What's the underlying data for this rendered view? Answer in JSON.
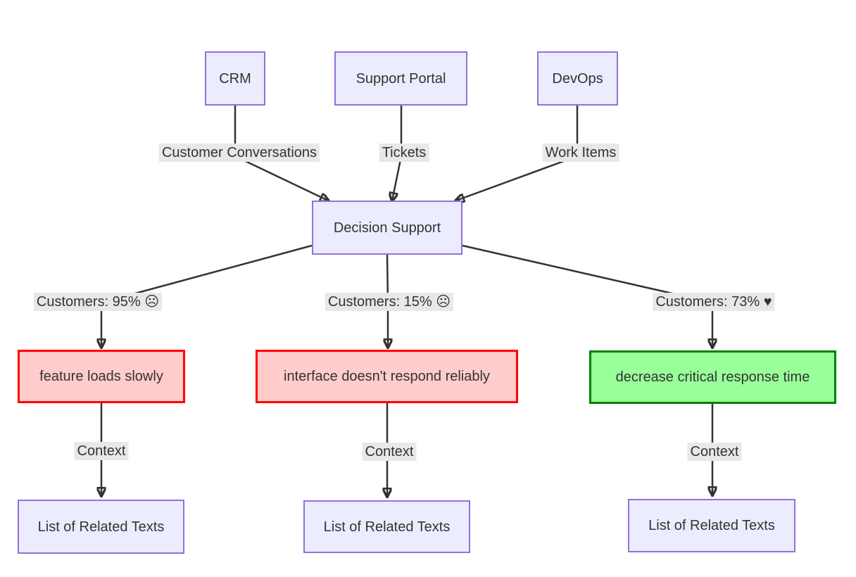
{
  "diagram": {
    "nodes": {
      "crm": {
        "label": "CRM"
      },
      "support_portal": {
        "label": "Support Portal"
      },
      "devops": {
        "label": "DevOps"
      },
      "decision_support": {
        "label": "Decision Support"
      },
      "problem_1": {
        "label": "feature loads slowly"
      },
      "problem_2": {
        "label": "interface doesn't respond reliably"
      },
      "opportunity_1": {
        "label": "decrease critical response time"
      },
      "related_1": {
        "label": "List of Related Texts"
      },
      "related_2": {
        "label": "List of Related Texts"
      },
      "related_3": {
        "label": "List of Related Texts"
      }
    },
    "edge_labels": {
      "customer_conversations": "Customer Conversations",
      "tickets": "Tickets",
      "work_items": "Work Items",
      "customers_95": "Customers: 95% ☹",
      "customers_15": "Customers: 15% ☹",
      "customers_73": "Customers: 73% ♥",
      "context_1": "Context",
      "context_2": "Context",
      "context_3": "Context"
    },
    "colors": {
      "node_fill": "#ECECFF",
      "node_border": "#9370DB",
      "problem_fill": "#FFCCCC",
      "problem_border": "#FF0000",
      "opportunity_fill": "#99FF99",
      "opportunity_border": "#008000",
      "edge_label_bg": "#E8E8E8",
      "text": "#333333",
      "edge": "#333333"
    }
  }
}
